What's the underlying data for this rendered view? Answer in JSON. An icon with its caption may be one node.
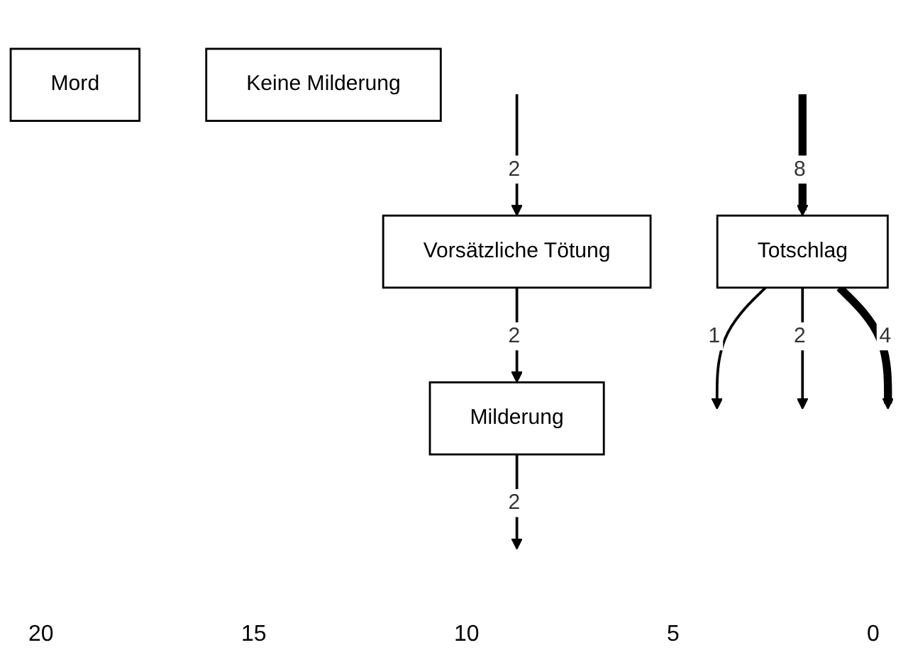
{
  "diagram": {
    "nodes": [
      {
        "text": [
          "Mord"
        ]
      },
      {
        "text": [
          "Vorsätzliche Tötung"
        ]
      },
      {
        "text": [
          "Totschlag"
        ]
      },
      {
        "text": [
          "Keine Milderung"
        ]
      },
      {
        "text": [
          "Milderung"
        ]
      }
    ],
    "edges": [
      {
        "from": null,
        "to": 1,
        "arrow": "to",
        "label": "2"
      },
      {
        "from": null,
        "to": 2,
        "arrow": "to",
        "label": "8",
        "style": "thick"
      },
      {
        "from": 1,
        "to": 4,
        "arrow": "to",
        "label": "2"
      },
      {
        "from": 4,
        "to": null,
        "arrow": "to",
        "label": "2"
      },
      {
        "from": 2,
        "to": null,
        "arrow": "to",
        "label": "1"
      },
      {
        "from": 2,
        "to": null,
        "arrow": "to",
        "label": "2"
      },
      {
        "from": 2,
        "to": null,
        "arrow": "to",
        "label": "4",
        "style": "thick"
      }
    ],
    "labels": [
      "20",
      "15",
      "10",
      "5",
      "0"
    ]
  }
}
